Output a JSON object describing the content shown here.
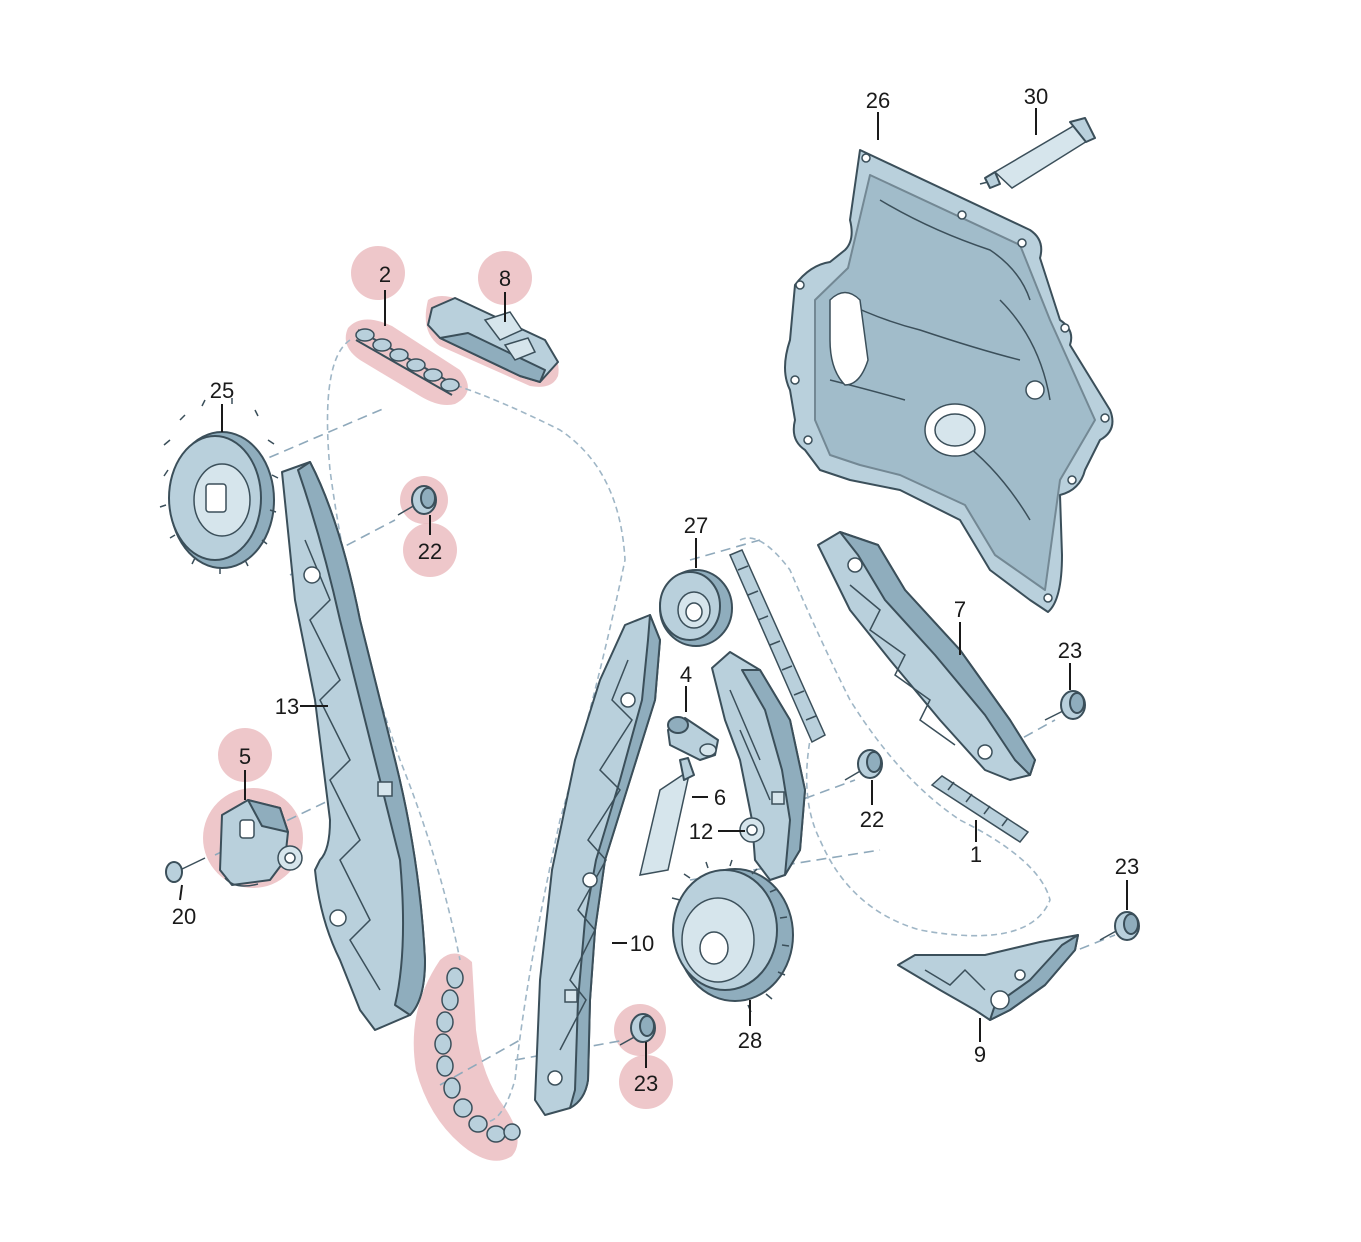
{
  "callouts": [
    {
      "id": "p1",
      "text": "1",
      "highlighted": false
    },
    {
      "id": "p2",
      "text": "2",
      "highlighted": true
    },
    {
      "id": "p4",
      "text": "4",
      "highlighted": false
    },
    {
      "id": "p5",
      "text": "5",
      "highlighted": true
    },
    {
      "id": "p6",
      "text": "6",
      "highlighted": false
    },
    {
      "id": "p7",
      "text": "7",
      "highlighted": false
    },
    {
      "id": "p8",
      "text": "8",
      "highlighted": true
    },
    {
      "id": "p9",
      "text": "9",
      "highlighted": false
    },
    {
      "id": "p10",
      "text": "10",
      "highlighted": false
    },
    {
      "id": "p12",
      "text": "12",
      "highlighted": false
    },
    {
      "id": "p13",
      "text": "13",
      "highlighted": false
    },
    {
      "id": "p20",
      "text": "20",
      "highlighted": false
    },
    {
      "id": "p22a",
      "text": "22",
      "highlighted": true
    },
    {
      "id": "p22b",
      "text": "22",
      "highlighted": false
    },
    {
      "id": "p23a",
      "text": "23",
      "highlighted": false
    },
    {
      "id": "p23b",
      "text": "23",
      "highlighted": false
    },
    {
      "id": "p23c",
      "text": "23",
      "highlighted": true
    },
    {
      "id": "p25",
      "text": "25",
      "highlighted": false
    },
    {
      "id": "p26",
      "text": "26",
      "highlighted": false
    },
    {
      "id": "p27",
      "text": "27",
      "highlighted": false
    },
    {
      "id": "p28",
      "text": "28",
      "highlighted": false
    },
    {
      "id": "p30",
      "text": "30",
      "highlighted": false
    }
  ],
  "colors": {
    "part_fill": "#b9d0dc",
    "part_outline": "#3b4f5a",
    "highlight": "#e8b4b8",
    "label": "#1a1a1a"
  }
}
